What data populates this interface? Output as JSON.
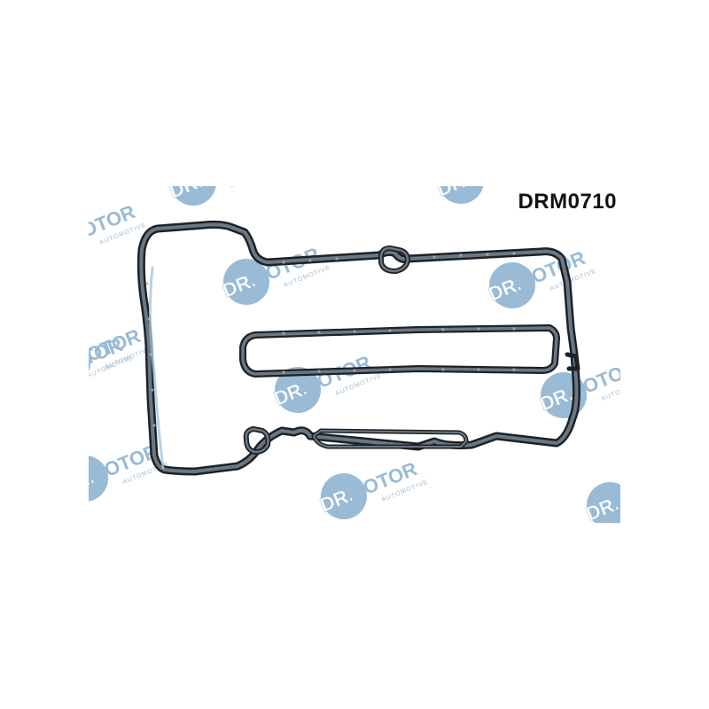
{
  "product": {
    "part_number": "DRM0710"
  },
  "watermark": {
    "brand": "DR.MOTOR",
    "tagline": "AUTOMOTIVE",
    "color": "#8fb4d1"
  },
  "gasket": {
    "color": "#5a6670",
    "outline_color": "#1c2228"
  },
  "icons": {
    "watermark_logo": "dr-motor-logo-icon",
    "product_image": "valve-cover-gasket-icon"
  }
}
